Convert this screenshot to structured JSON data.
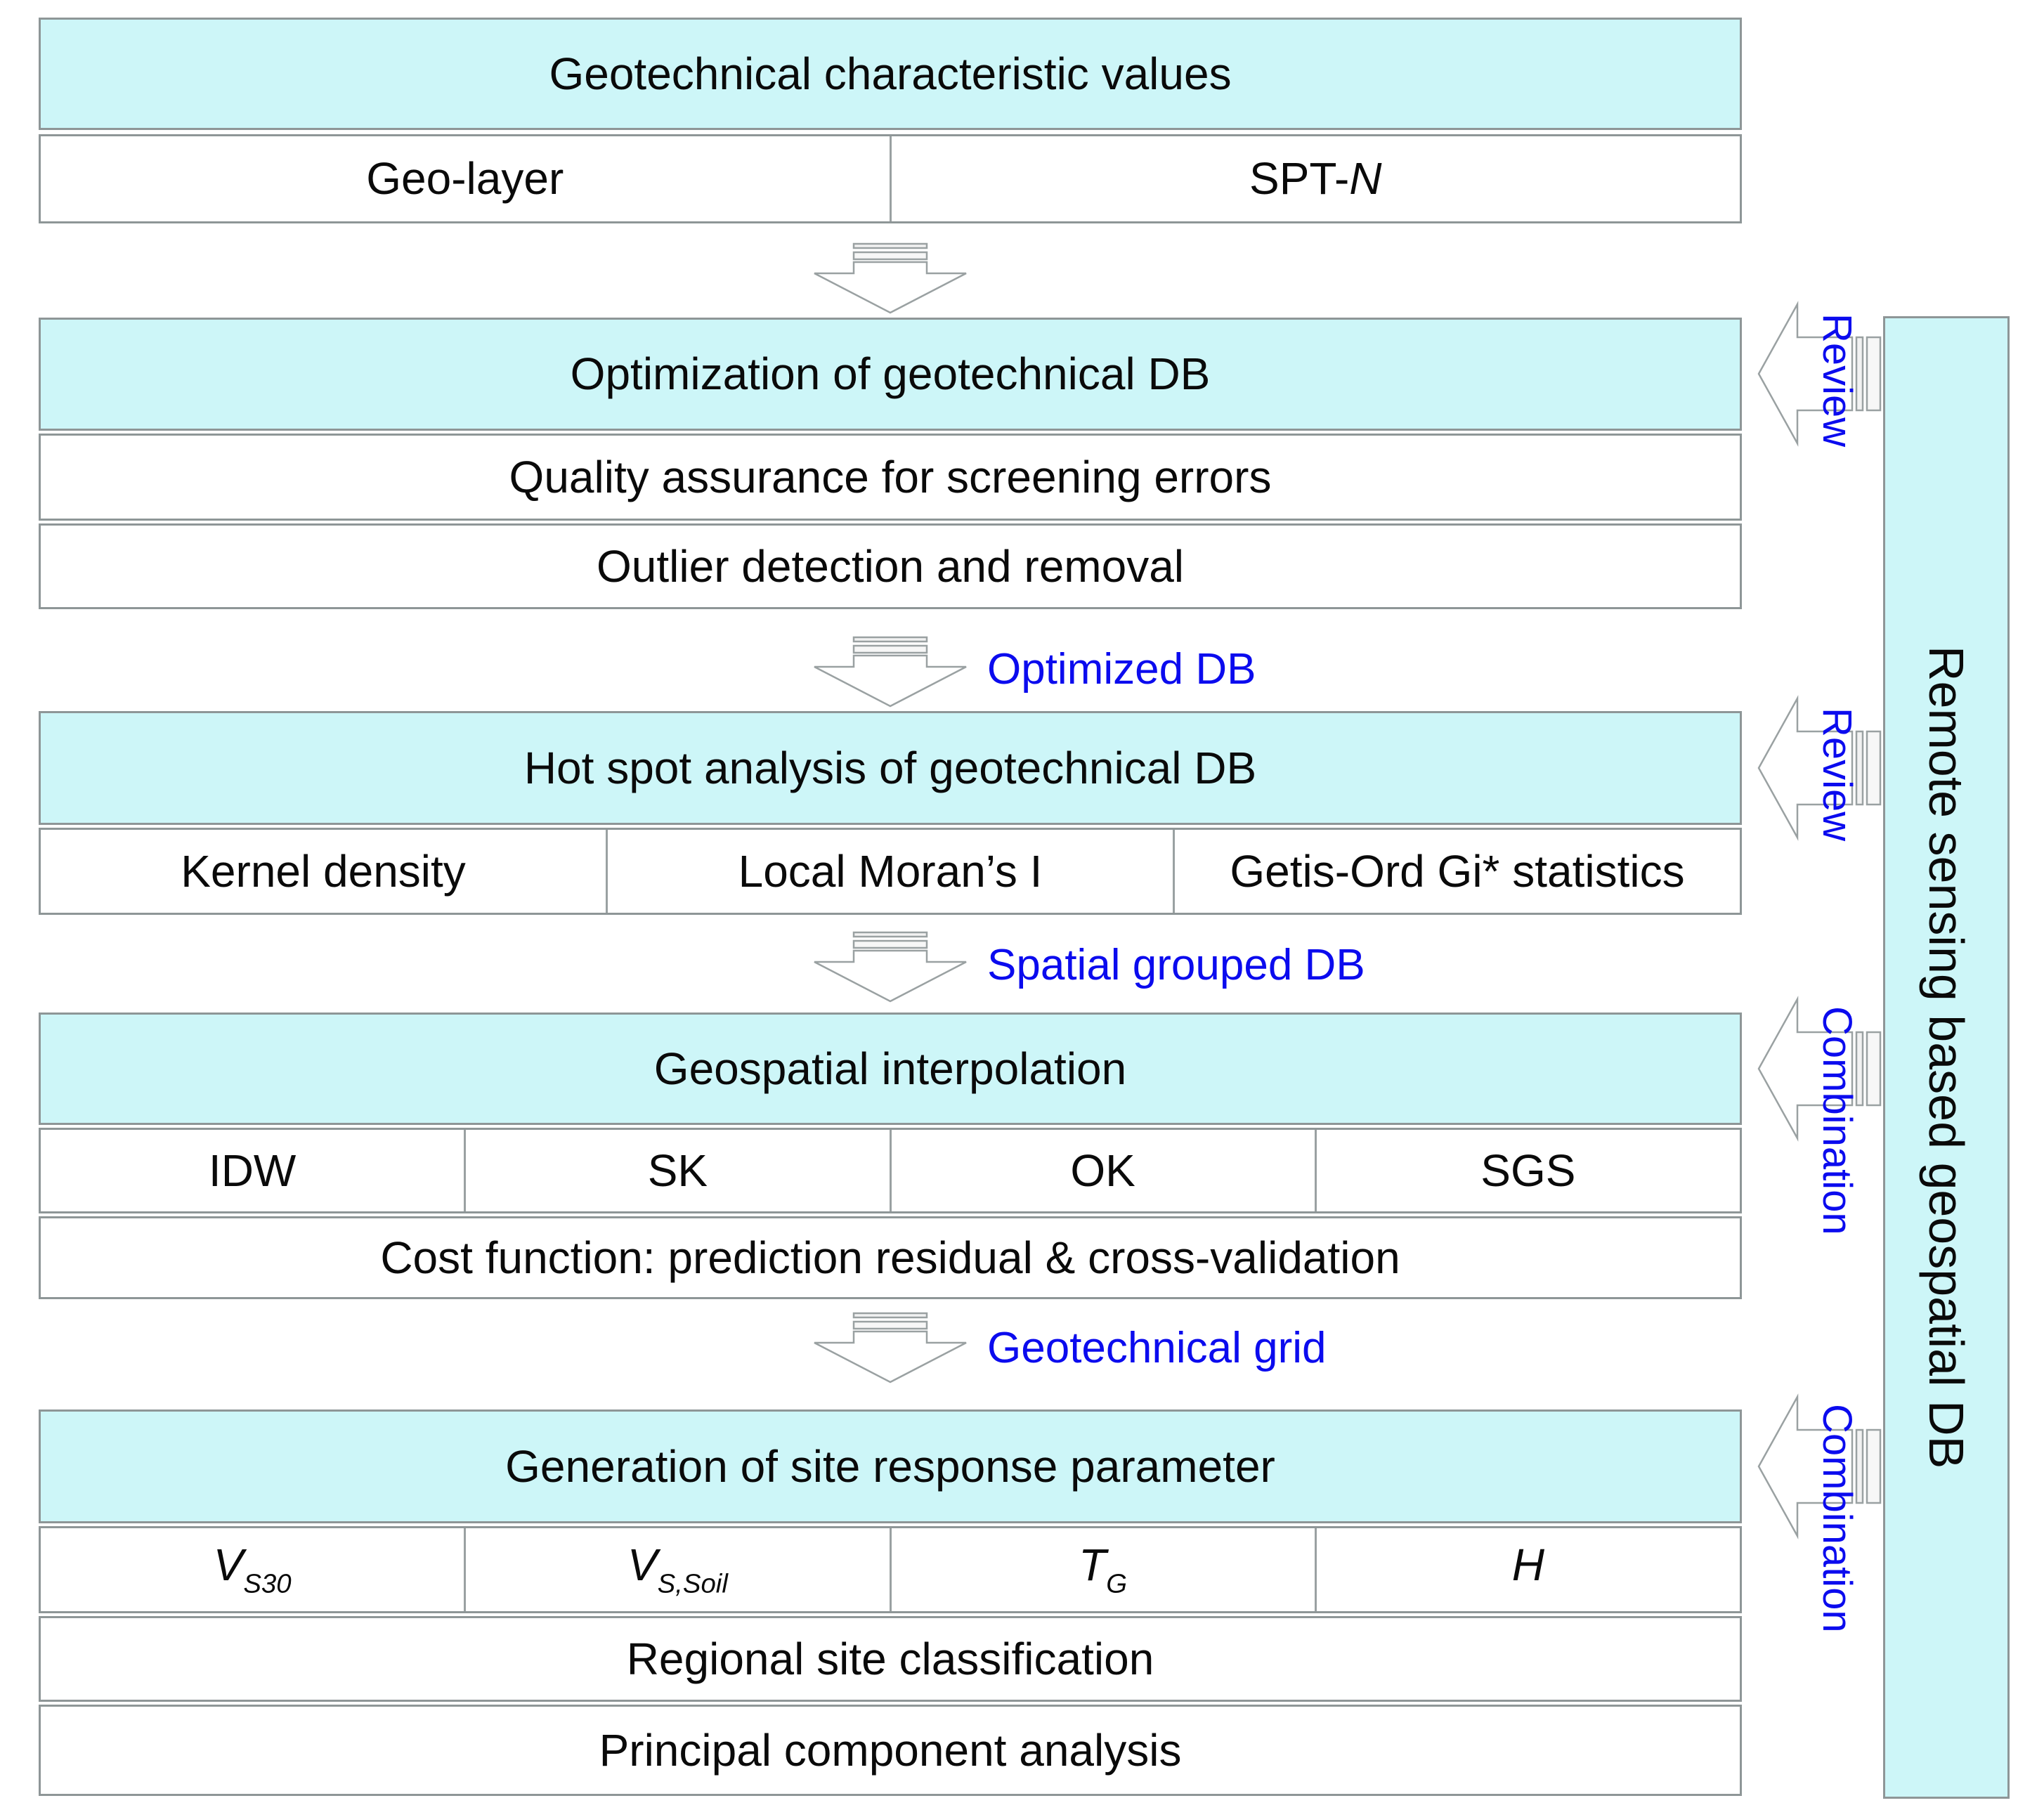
{
  "colors": {
    "header_fill": "#cdf6f8",
    "label_blue": "#0b0bee",
    "border_gray": "#8e9697",
    "text": "#0a0a0a"
  },
  "tables": {
    "characteristic": {
      "header": "Geotechnical characteristic values",
      "cells": [
        {
          "main": "Geo-layer",
          "italic": ""
        },
        {
          "main": "SPT-",
          "italic": "N"
        }
      ]
    },
    "optimization": {
      "header": "Optimization of geotechnical DB",
      "rows": [
        "Quality assurance for screening errors",
        "Outlier detection and removal"
      ]
    },
    "hotspot": {
      "header": "Hot spot analysis of geotechnical DB",
      "cells": [
        "Kernel density",
        "Local Moran’s I",
        "Getis-Ord Gi* statistics"
      ]
    },
    "interpolation": {
      "header": "Geospatial interpolation",
      "cells": [
        "IDW",
        "SK",
        "OK",
        "SGS"
      ],
      "rows": [
        "Cost function: prediction residual & cross-validation"
      ]
    },
    "generation": {
      "header": "Generation of site response parameter",
      "cells": [
        {
          "main": "V",
          "sub": "S30"
        },
        {
          "main": "V",
          "sub": "S,Soil"
        },
        {
          "main": "T",
          "sub": "G"
        },
        {
          "main": "H",
          "sub": ""
        }
      ],
      "rows": [
        "Regional site classification",
        "Principal component analysis"
      ]
    }
  },
  "flow_labels": {
    "optimized_db": "Optimized DB",
    "spatial_grouped_db": "Spatial grouped DB",
    "geotechnical_grid": "Geotechnical grid"
  },
  "side": {
    "bar": "Remote sensing based geospatial DB",
    "arrows": [
      "Review",
      "Review",
      "Combination",
      "Combination"
    ]
  },
  "icons": {
    "down_arrow": "striped-down-arrow-icon",
    "left_arrow": "striped-left-arrow-icon"
  }
}
